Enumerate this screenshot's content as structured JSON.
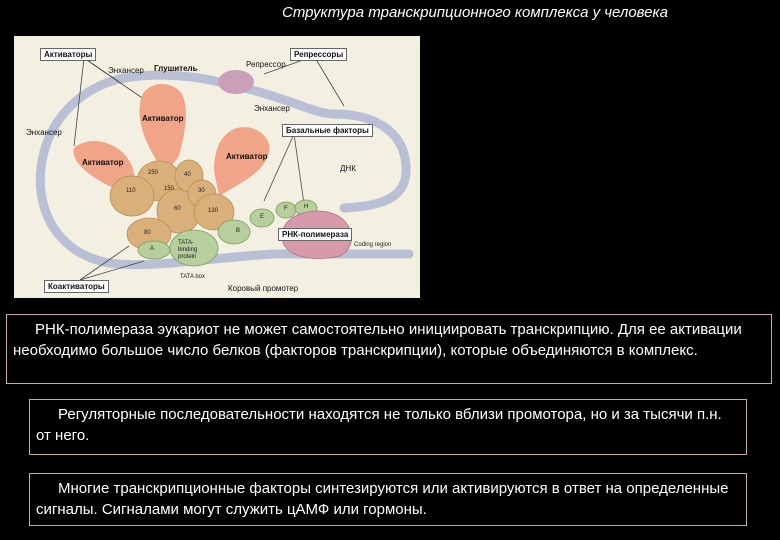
{
  "title": "Структура транскрипционного комплекса у человека",
  "figure": {
    "box_labels": {
      "activators": "Активаторы",
      "repressors": "Репрессоры",
      "basal_factors": "Базальные факторы",
      "coactivators": "Коактиваторы",
      "rna_polymerase": "РНК-полимераза"
    },
    "labels": {
      "enhancer_1": "Энхансер",
      "silencer": "Глушитель",
      "repressor": "Репрессор",
      "enhancer_2": "Энхансер",
      "enhancer_3": "Энхансер",
      "activator_1": "Активатор",
      "activator_2": "Активатор",
      "activator_3": "Активатор",
      "dna": "ДНК",
      "core_promoter": "Коровый промотер",
      "coding_region": "Coding region",
      "tata_box": "TATA box",
      "tata_binding": "TATA-binding protein",
      "f250": "250",
      "f110": "110",
      "f150": "150",
      "f80": "80",
      "f40": "40",
      "f30": "30",
      "f60": "60",
      "f130": "130",
      "fA": "A",
      "fB": "B",
      "fE": "E",
      "fF": "F",
      "fH": "H"
    }
  },
  "paragraphs": [
    "РНК-полимераза эукариот не может самостоятельно инициировать транскрипцию. Для ее активации  необходимо большое число белков (факторов транскрипции), которые объединяются в комплекс.",
    "Регуляторные последовательности находятся не только вблизи промотора, но и за тысячи п.н. от него.",
    "Многие транскрипционные факторы синтезируются или активируются в ответ на определенные сигналы. Сигналами могут служить цАМФ или гормоны."
  ],
  "colors": {
    "background": "#000000",
    "figure_bg": "#f3efe1",
    "dna": "#b9c0d6",
    "activator": "#f0a488",
    "tan_factor": "#d9b07a",
    "green_factor": "#b7cf9c",
    "polymerase": "#d79aaa"
  }
}
